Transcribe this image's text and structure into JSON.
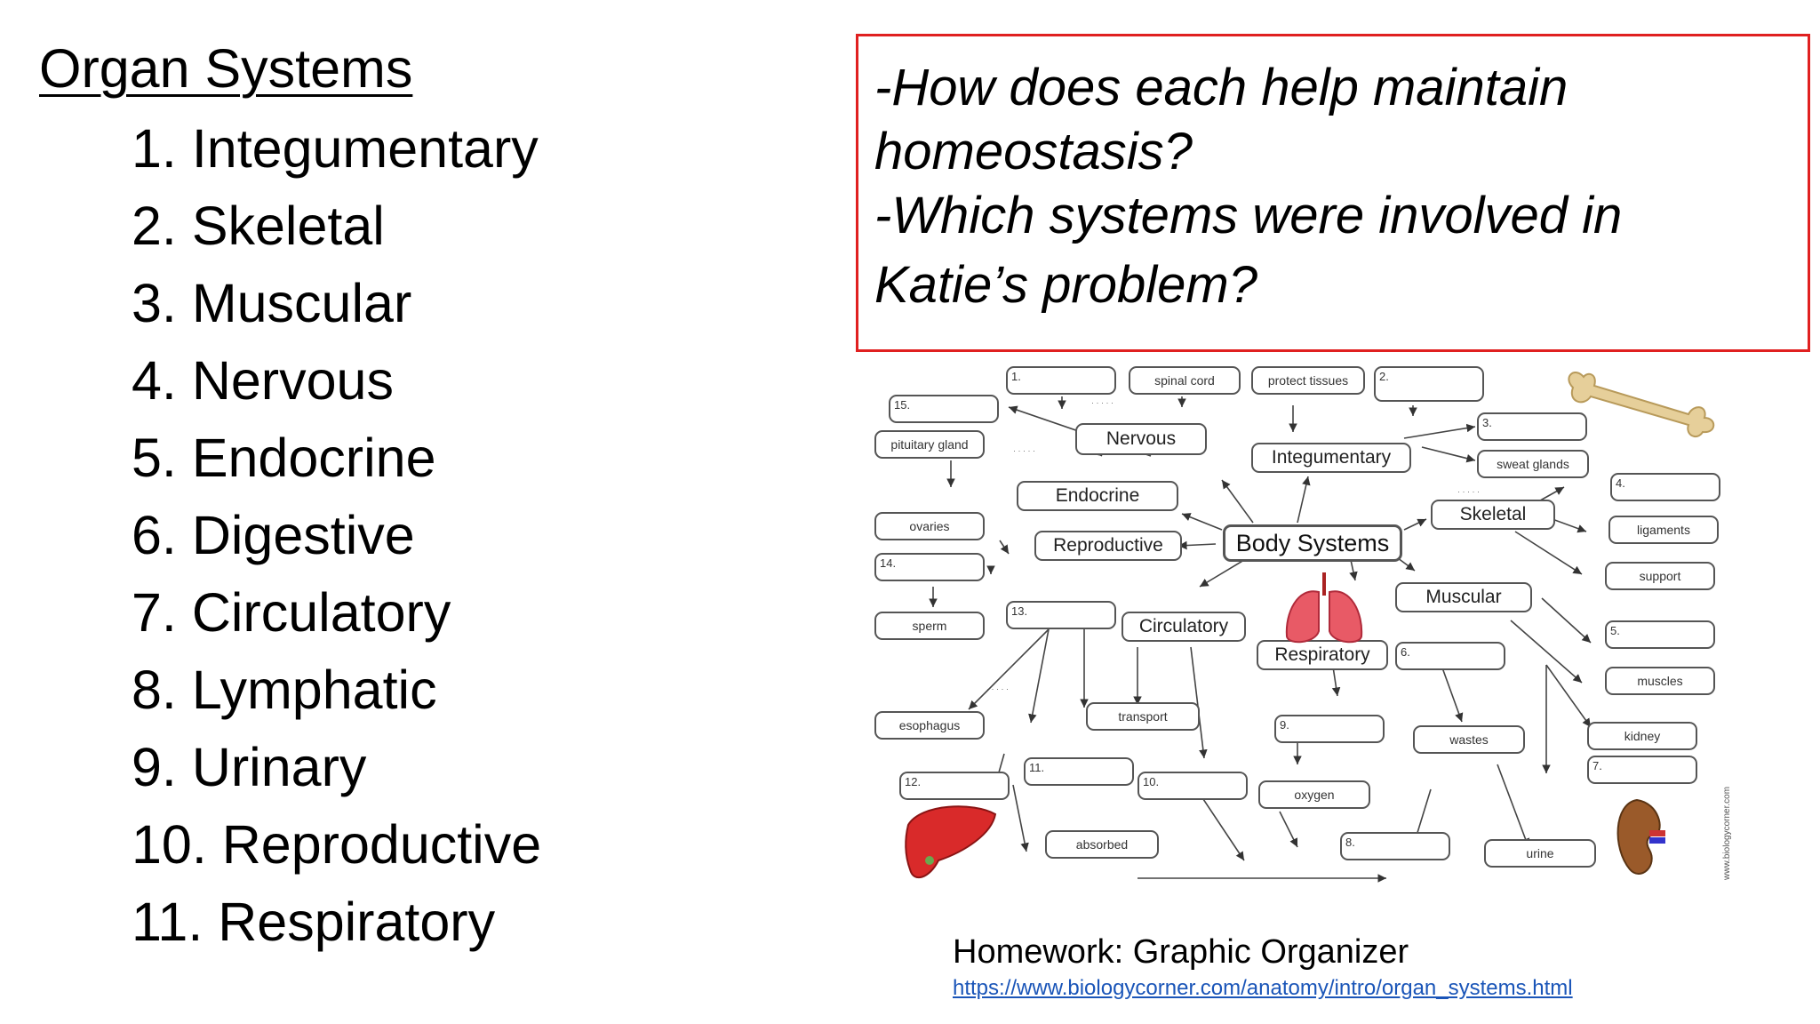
{
  "heading": "Organ Systems",
  "systems": [
    "1. Integumentary",
    "2. Skeletal",
    "3. Muscular",
    "4. Nervous",
    "5. Endocrine",
    "6. Digestive",
    "7. Circulatory",
    "8. Lymphatic",
    "9. Urinary",
    "10. Reproductive",
    "11. Respiratory"
  ],
  "questions": [
    "-How does each help maintain",
    "homeostasis?",
    "-Which systems were involved in",
    "Katie’s problem?"
  ],
  "map": {
    "hub": "Body Systems",
    "nervous": "Nervous",
    "integumentary": "Integumentary",
    "endocrine": "Endocrine",
    "skeletal": "Skeletal",
    "reproductive": "Reproductive",
    "muscular": "Muscular",
    "circulatory": "Circulatory",
    "respiratory": "Respiratory",
    "spinal_cord": "spinal cord",
    "protect_tissues": "protect tissues",
    "pituitary_gland": "pituitary gland",
    "sweat_glands": "sweat glands",
    "ligaments": "ligaments",
    "ovaries": "ovaries",
    "support": "support",
    "sperm": "sperm",
    "muscles": "muscles",
    "esophagus": "esophagus",
    "transport": "transport",
    "kidney": "kidney",
    "wastes": "wastes",
    "oxygen": "oxygen",
    "absorbed": "absorbed",
    "urine": "urine",
    "blank_numbers": [
      "1.",
      "2.",
      "3.",
      "4.",
      "5.",
      "6.",
      "7.",
      "8.",
      "9.",
      "10.",
      "11.",
      "12.",
      "13.",
      "14.",
      "15."
    ],
    "credit": "www.biologycorner.com"
  },
  "homework": {
    "title": "Homework: Graphic Organizer",
    "link": "https://www.biologycorner.com/anatomy/intro/organ_systems.html"
  }
}
